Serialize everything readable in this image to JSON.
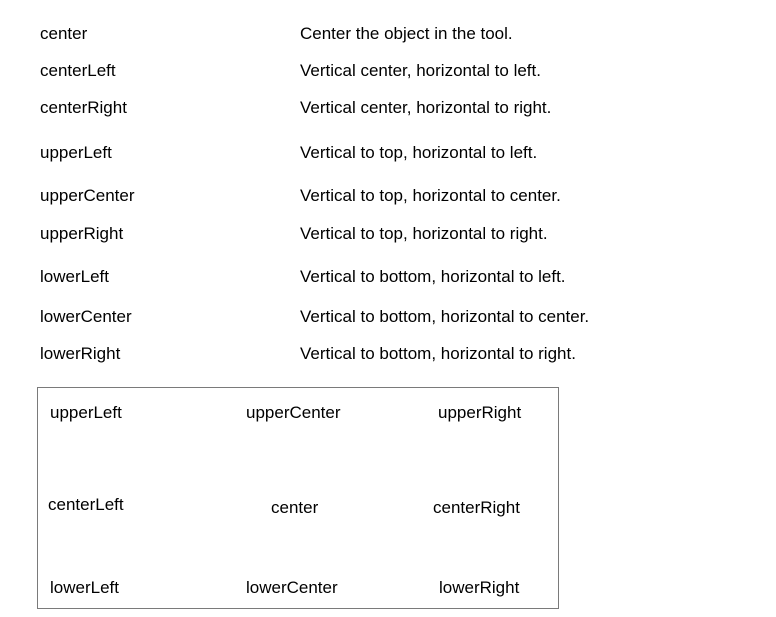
{
  "table": {
    "rows": [
      {
        "term": "center",
        "description": "Center the object in the tool."
      },
      {
        "term": "centerLeft",
        "description": "Vertical center, horizontal to left."
      },
      {
        "term": "centerRight",
        "description": "Vertical center, horizontal to right."
      },
      {
        "term": "upperLeft",
        "description": "Vertical to top, horizontal to left."
      },
      {
        "term": "upperCenter",
        "description": "Vertical to top, horizontal to center."
      },
      {
        "term": "upperRight",
        "description": "Vertical to top, horizontal to right."
      },
      {
        "term": "lowerLeft",
        "description": "Vertical to bottom, horizontal to left."
      },
      {
        "term": "lowerCenter",
        "description": "Vertical to bottom, horizontal to center."
      },
      {
        "term": "lowerRight",
        "description": "Vertical to bottom, horizontal to right."
      }
    ]
  },
  "diagram": {
    "upperLeft": "upperLeft",
    "upperCenter": "upperCenter",
    "upperRight": "upperRight",
    "centerLeft": "centerLeft",
    "center": "center",
    "centerRight": "centerRight",
    "lowerLeft": "lowerLeft",
    "lowerCenter": "lowerCenter",
    "lowerRight": "lowerRight"
  }
}
